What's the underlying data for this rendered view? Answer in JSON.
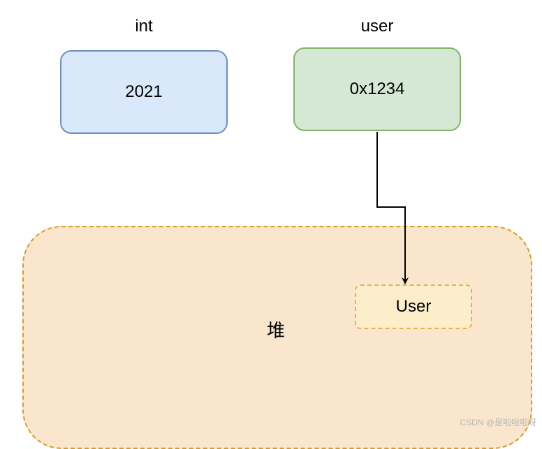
{
  "stack": {
    "int": {
      "type_label": "int",
      "value": "2021",
      "fill": "#dae8fc",
      "stroke": "#6c8ebf"
    },
    "user": {
      "type_label": "user",
      "value": "0x1234",
      "fill": "#d5e8d4",
      "stroke": "#82b366"
    }
  },
  "heap": {
    "label": "堆",
    "fill": "#f9e6cd",
    "stroke": "#d79b2b",
    "object": {
      "label": "User",
      "fill": "#fdeecb",
      "stroke": "#e3b24f"
    }
  },
  "watermark": "CSDN @是啦啦啦呀"
}
